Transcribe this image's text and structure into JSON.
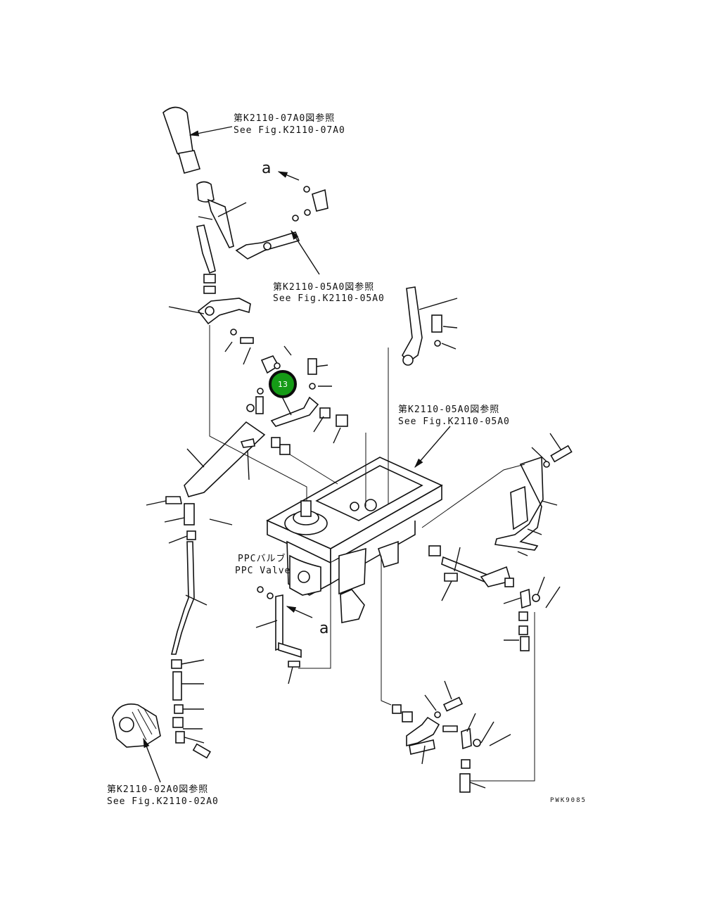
{
  "refs": {
    "top": {
      "jp": "第K2110-07A0図参照",
      "en": "See Fig.K2110-07A0"
    },
    "mid": {
      "jp": "第K2110-05A0図参照",
      "en": "See Fig.K2110-05A0"
    },
    "right": {
      "jp": "第K2110-05A0図参照",
      "en": "See Fig.K2110-05A0"
    },
    "bottom": {
      "jp": "第K2110-02A0図参照",
      "en": "See Fig.K2110-02A0"
    }
  },
  "ppc": {
    "jp": "PPCバルブ",
    "en": "PPC Valve"
  },
  "marker_a": "a",
  "callout": {
    "number": "13",
    "color": "#159b16"
  },
  "drawing_code": "PWK9085"
}
